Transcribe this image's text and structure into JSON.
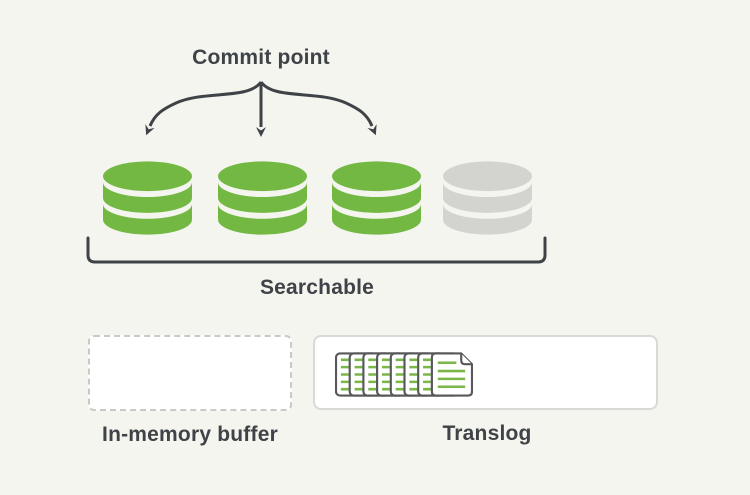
{
  "diagram": {
    "commit_point_label": "Commit point",
    "searchable_label": "Searchable",
    "in_memory_buffer_label": "In-memory buffer",
    "translog_label": "Translog",
    "segments": [
      {
        "id": "segment-1",
        "state": "committed-searchable",
        "color": "green"
      },
      {
        "id": "segment-2",
        "state": "committed-searchable",
        "color": "green"
      },
      {
        "id": "segment-3",
        "state": "committed-searchable",
        "color": "green"
      },
      {
        "id": "segment-4",
        "state": "uncommitted",
        "color": "gray"
      }
    ]
  },
  "colors": {
    "canvas_bg": "#f4f5ef",
    "segment_green": "#73b843",
    "segment_gray": "#d3d4d0",
    "ink": "#3f4347",
    "doc_line_green": "#7ab648",
    "page_border": "#57585a",
    "box_border": "#d9d9d5",
    "dashed_border": "#c9c9c5",
    "box_bg": "#ffffff"
  }
}
